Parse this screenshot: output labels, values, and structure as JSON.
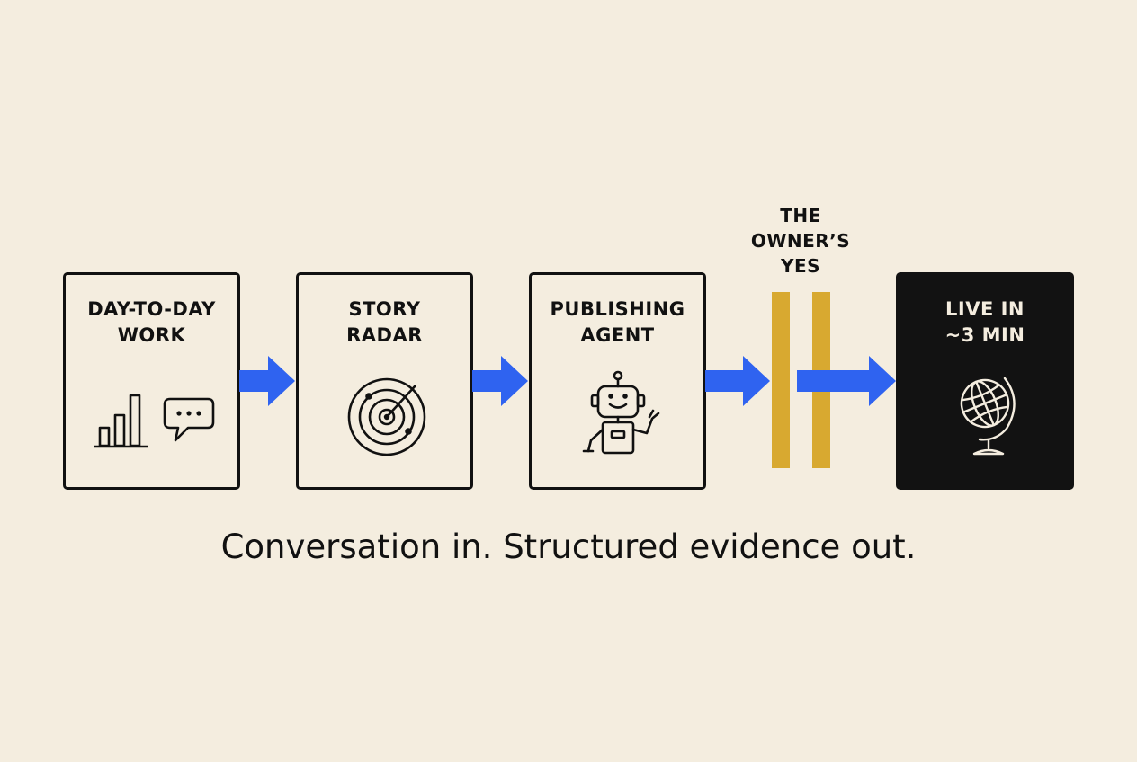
{
  "diagram": {
    "steps": [
      {
        "id": "day-to-day-work",
        "label": "DAY-TO-DAY\nWORK",
        "icon": "bar-chart-and-chat-bubble-icon"
      },
      {
        "id": "story-radar",
        "label": "STORY\nRADAR",
        "icon": "radar-icon"
      },
      {
        "id": "publishing-agent",
        "label": "PUBLISHING\nAGENT",
        "icon": "robot-icon"
      },
      {
        "id": "live",
        "label": "LIVE IN\n~3 MIN",
        "icon": "globe-icon"
      }
    ],
    "gate": {
      "label": "THE\nOWNER’S\nYES",
      "icon": "double-bar-gate"
    },
    "caption": "Conversation in. Structured evidence out."
  },
  "colors": {
    "background": "#f4eddf",
    "ink": "#111111",
    "arrow": "#2f63f0",
    "gate": "#d8a930",
    "final_box": "#121212"
  }
}
